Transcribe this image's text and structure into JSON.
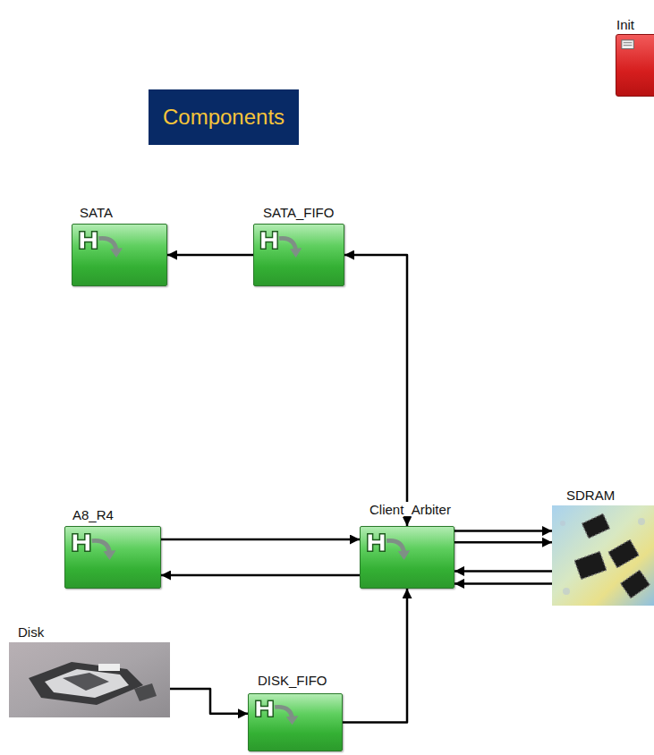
{
  "diagram": {
    "title": "Components",
    "nodes": [
      {
        "text": [
          "Init"
        ]
      },
      {
        "text": [
          "SATA"
        ]
      },
      {
        "text": [
          "SATA_FIFO"
        ]
      },
      {
        "text": [
          "A8_R4"
        ]
      },
      {
        "text": [
          "Client_Arbiter"
        ]
      },
      {
        "text": [
          "SDRAM"
        ]
      },
      {
        "text": [
          "Disk"
        ]
      },
      {
        "text": [
          "DISK_FIFO"
        ]
      }
    ],
    "edges": [
      {
        "from": 2,
        "to": 1,
        "arrow": "to"
      },
      {
        "from": 4,
        "to": 2,
        "arrow": "both"
      },
      {
        "from": 3,
        "to": 4,
        "arrow": "to"
      },
      {
        "from": 4,
        "to": 3,
        "arrow": "to"
      },
      {
        "from": 4,
        "to": 5,
        "arrow": "to"
      },
      {
        "from": 4,
        "to": 5,
        "arrow": "to"
      },
      {
        "from": 5,
        "to": 4,
        "arrow": "to"
      },
      {
        "from": 5,
        "to": 4,
        "arrow": "to"
      },
      {
        "from": 6,
        "to": 7,
        "arrow": "to"
      },
      {
        "from": 7,
        "to": 4,
        "arrow": "to"
      }
    ]
  }
}
